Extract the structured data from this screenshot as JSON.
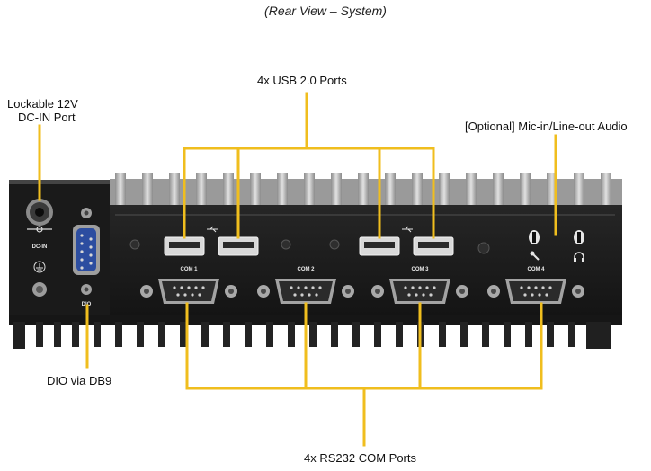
{
  "caption": "(Rear View – System)",
  "callouts": {
    "usb": "4x USB 2.0 Ports",
    "dc_in_line1": "Lockable 12V",
    "dc_in_line2": "DC-IN  Port",
    "audio": "[Optional] Mic-in/Line-out Audio",
    "dio": "DIO via DB9",
    "com": "4x RS232 COM Ports"
  },
  "port_labels": {
    "com1": "COM 1",
    "com2": "COM 2",
    "com3": "COM 3",
    "com4": "COM 4",
    "dc_in": "DC-IN",
    "dio": "DIO"
  },
  "colors": {
    "callout_line": "#f0be1e",
    "chassis": "#1c1c1c",
    "heatsink": "#b7b7b7"
  }
}
